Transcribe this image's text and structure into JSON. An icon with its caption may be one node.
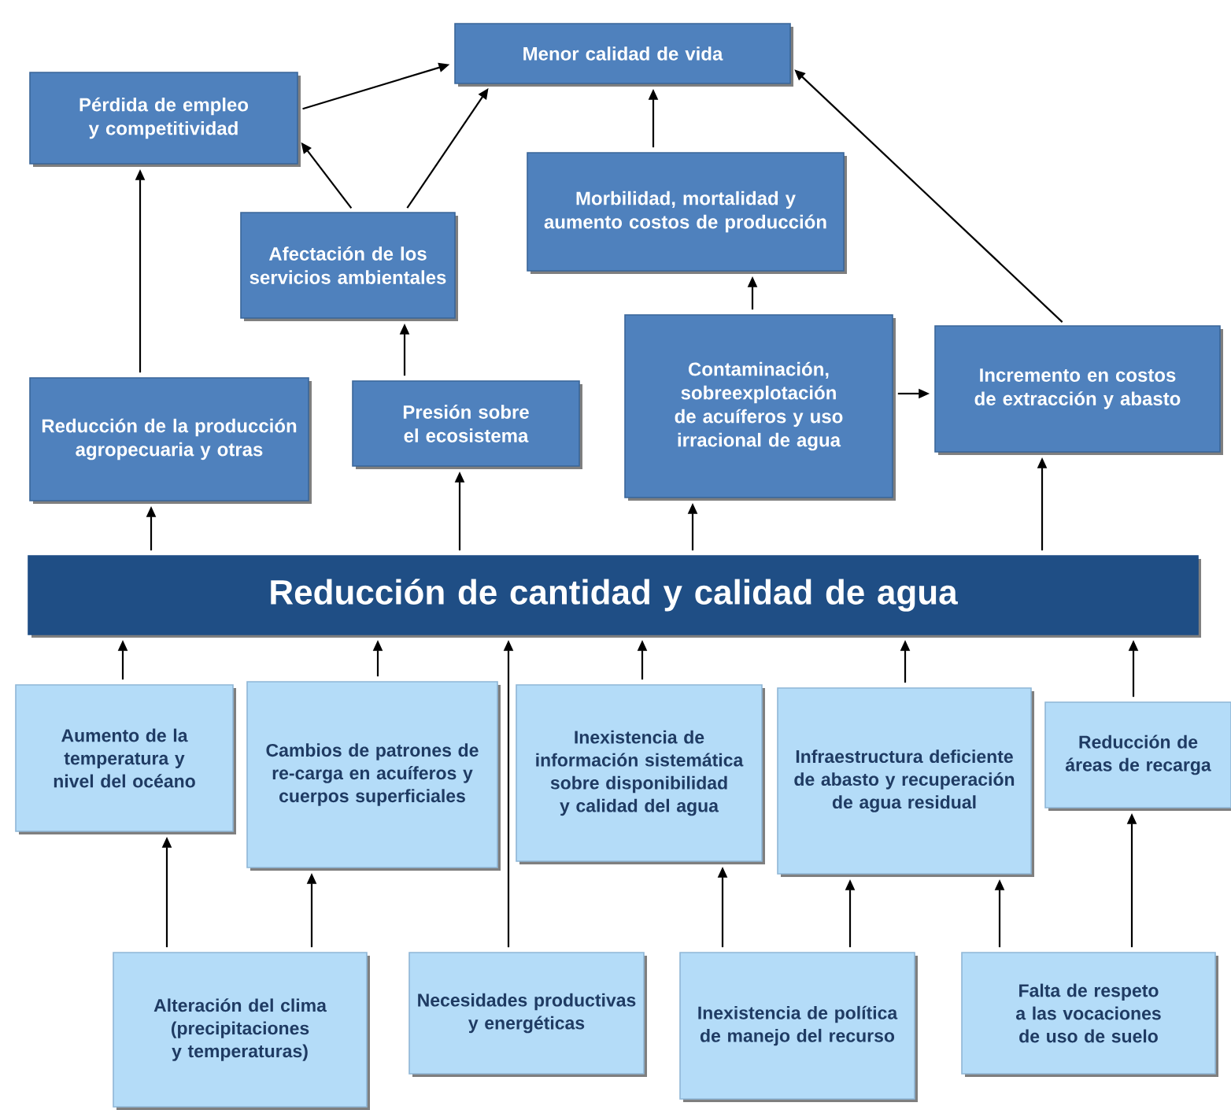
{
  "diagram": {
    "nodes": [
      {
        "text": [
          "Menor calidad de vida"
        ]
      },
      {
        "text": [
          "Pérdida de empleo y competitividad"
        ]
      },
      {
        "text": [
          "Afectación de los servicios ambientales"
        ]
      },
      {
        "text": [
          "Morbilidad, mortalidad y aumento costos de producción"
        ]
      },
      {
        "text": [
          "Reducción de la producción agropecuaria y otras"
        ]
      },
      {
        "text": [
          "Presión sobre el ecosistema"
        ]
      },
      {
        "text": [
          "Contaminación, sobreexplotación de acuíferos y uso irracional de agua"
        ]
      },
      {
        "text": [
          "Incremento en costos de extracción y abasto"
        ]
      },
      {
        "text": [
          "Reducción de cantidad y calidad de agua"
        ]
      },
      {
        "text": [
          "Aumento de la temperatura y nivel del océano"
        ]
      },
      {
        "text": [
          "Cambios de patrones de re-carga en acuíferos y cuerpos superficiales"
        ]
      },
      {
        "text": [
          "Inexistencia de información sistemática sobre disponibilidad y calidad del agua"
        ]
      },
      {
        "text": [
          "Infraestructura deficiente de abasto y recuperación de agua residual"
        ]
      },
      {
        "text": [
          "Reducción de áreas de recarga"
        ]
      },
      {
        "text": [
          "Alteración del clima (precipitaciones y temperaturas)"
        ]
      },
      {
        "text": [
          "Necesidades productivas y energéticas"
        ]
      },
      {
        "text": [
          "Inexistencia de política de manejo del recurso"
        ]
      },
      {
        "text": [
          "Falta de respeto a las vocaciones de uso de suelo"
        ]
      }
    ],
    "edges": [
      {
        "from": 1,
        "to": 0,
        "arrow": "to"
      },
      {
        "from": 2,
        "to": 1,
        "arrow": "to"
      },
      {
        "from": 2,
        "to": 0,
        "arrow": "to"
      },
      {
        "from": 3,
        "to": 0,
        "arrow": "to"
      },
      {
        "from": 7,
        "to": 0,
        "arrow": "to"
      },
      {
        "from": 4,
        "to": 1,
        "arrow": "to"
      },
      {
        "from": 5,
        "to": 2,
        "arrow": "to"
      },
      {
        "from": 6,
        "to": 3,
        "arrow": "to"
      },
      {
        "from": 6,
        "to": 7,
        "arrow": "to"
      },
      {
        "from": 8,
        "to": 4,
        "arrow": "to"
      },
      {
        "from": 8,
        "to": 5,
        "arrow": "to"
      },
      {
        "from": 8,
        "to": 6,
        "arrow": "to"
      },
      {
        "from": 8,
        "to": 7,
        "arrow": "to"
      },
      {
        "from": 9,
        "to": 8,
        "arrow": "to"
      },
      {
        "from": 10,
        "to": 8,
        "arrow": "to"
      },
      {
        "from": 15,
        "to": 8,
        "arrow": "to"
      },
      {
        "from": 11,
        "to": 8,
        "arrow": "to"
      },
      {
        "from": 12,
        "to": 8,
        "arrow": "to"
      },
      {
        "from": 13,
        "to": 8,
        "arrow": "to"
      },
      {
        "from": 14,
        "to": 9,
        "arrow": "to"
      },
      {
        "from": 14,
        "to": 10,
        "arrow": "to"
      },
      {
        "from": 16,
        "to": 11,
        "arrow": "to"
      },
      {
        "from": 16,
        "to": 12,
        "arrow": "to"
      },
      {
        "from": 17,
        "to": 12,
        "arrow": "to"
      },
      {
        "from": 17,
        "to": 13,
        "arrow": "to"
      }
    ]
  }
}
